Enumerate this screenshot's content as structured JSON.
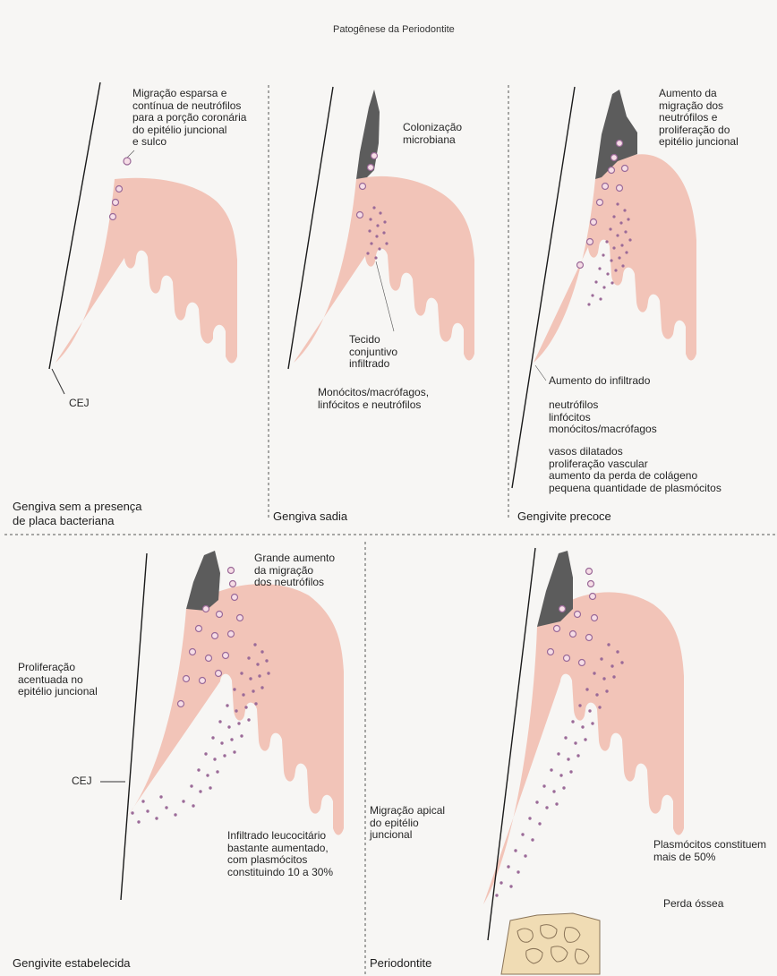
{
  "page": {
    "header": "Patogênese da Periodontite"
  },
  "panels": {
    "p1": {
      "caption": "Gengiva sem a presença\nde placa bacteriana",
      "note": "Migração esparsa e\ncontínua de neutrófilos\npara a porção coronária\ndo epitélio juncional\ne sulco",
      "cej": "CEJ"
    },
    "p2": {
      "caption": "Gengiva sadia",
      "colonization": "Colonização\nmicrobiana",
      "tissue": "Tecido\nconjuntivo\ninfiltrado",
      "cells": "Monócitos/macrófagos,\nlinfócitos e neutrófilos"
    },
    "p3": {
      "caption": "Gengivite precoce",
      "note": "Aumento da\nmigração dos\nneutrófilos e\nproliferação do\nepitélio juncional",
      "infiltrate_title": "Aumento do infiltrado",
      "infiltrate_cells": "neutrófilos\nlinfócitos\nmonócitos/macrófagos",
      "vascular": "vasos dilatados\nproliferação vascular\naumento da perda de colágeno\npequena quantidade de plasmócitos"
    },
    "p4": {
      "caption": "Gengivite estabelecida",
      "migration": "Grande aumento\nda migração\ndos neutrófilos",
      "proliferation": "Proliferação\nacentuada no\nepitélio juncional",
      "cej": "CEJ",
      "infiltrate": "Infiltrado leucocitário\nbastante aumentado,\ncom plasmócitos\nconstituindo 10 a 30%"
    },
    "p5": {
      "caption": "Periodontite",
      "apical": "Migração apical\ndo epitélio\njuncional",
      "plasma": "Plasmócitos constituem\nmais de 50%",
      "bone": "Perda óssea"
    }
  },
  "colors": {
    "gingiva": "#f2c4b8",
    "plaque": "#5c5c5c",
    "cell": "#9b6a98",
    "bone": "#f0dcb4"
  }
}
